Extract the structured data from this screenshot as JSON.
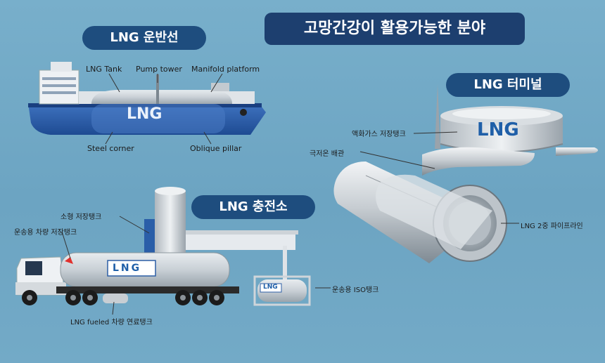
{
  "title": "고망간강이 활용가능한 분야",
  "sections": {
    "ship": {
      "heading": "LNG 운반선",
      "hull_text": "LNG",
      "labels": {
        "tank": "LNG Tank",
        "pump": "Pump tower",
        "manifold": "Manifold platform",
        "corner": "Steel corner",
        "pillar": "Oblique pillar"
      }
    },
    "terminal": {
      "heading": "LNG 터미널",
      "tank_text": "LNG",
      "labels": {
        "storage": "액화가스 저장탱크",
        "cryo_pipe": "극저온 배관",
        "double_pipe": "LNG 2중 파이프라인"
      }
    },
    "station": {
      "heading": "LNG 충전소",
      "truck_text": "LNG",
      "iso_text": "LNG",
      "labels": {
        "small_tank": "소형 저장탱크",
        "vehicle_tank": "운송용 차량 저장탱크",
        "fuel_tank": "LNG fueled 차량 연료탱크",
        "iso_tank": "운송용 ISO탱크"
      }
    }
  },
  "colors": {
    "background": "#6fa7c5",
    "badge": "#1e4d7e",
    "title_badge": "#1d3f6f",
    "hull_blue": "#2b5eaa",
    "lng_text": "#1f5fa8"
  }
}
